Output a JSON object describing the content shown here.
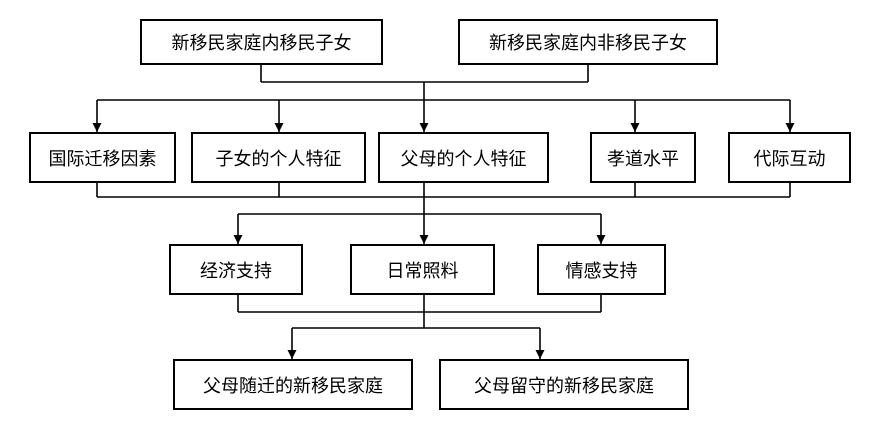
{
  "diagram": {
    "row1": [
      "新移民家庭内移民子女",
      "新移民家庭内非移民子女"
    ],
    "row2": [
      "国际迁移因素",
      "子女的个人特征",
      "父母的个人特征",
      "孝道水平",
      "代际互动"
    ],
    "row3": [
      "经济支持",
      "日常照料",
      "情感支持"
    ],
    "row4": [
      "父母随迁的新移民家庭",
      "父母留守的新移民家庭"
    ]
  }
}
